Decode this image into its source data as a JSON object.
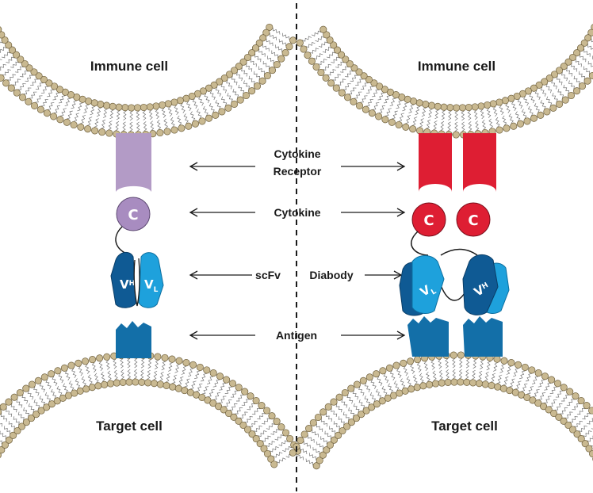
{
  "labels": {
    "left_top_cell": "Immune cell",
    "right_top_cell": "Immune cell",
    "left_bottom_cell": "Target cell",
    "right_bottom_cell": "Target cell",
    "receptor_line1": "Cytokine",
    "receptor_line2": "Receptor",
    "cytokine": "Cytokine",
    "scfv": "scFv",
    "diabody": "Diabody",
    "antigen": "Antigen"
  },
  "molecule_letters": {
    "cytokine": "C",
    "heavy_chain": "V",
    "heavy_sub": "H",
    "light_chain": "V",
    "light_sub": "L"
  },
  "colors": {
    "membrane_head": "#c9b991",
    "membrane_tail": "#6b6b6b",
    "receptor_left": "#b39bc6",
    "cytokine_left": "#a88cc0",
    "receptor_right": "#de1e33",
    "cytokine_right": "#de1e33",
    "vh_domain": "#0f5a94",
    "vl_domain": "#1ea1dc",
    "antigen": "#136fa8"
  },
  "icons": {
    "divider": "dashed-divider",
    "arrow": "arrow-icon"
  }
}
